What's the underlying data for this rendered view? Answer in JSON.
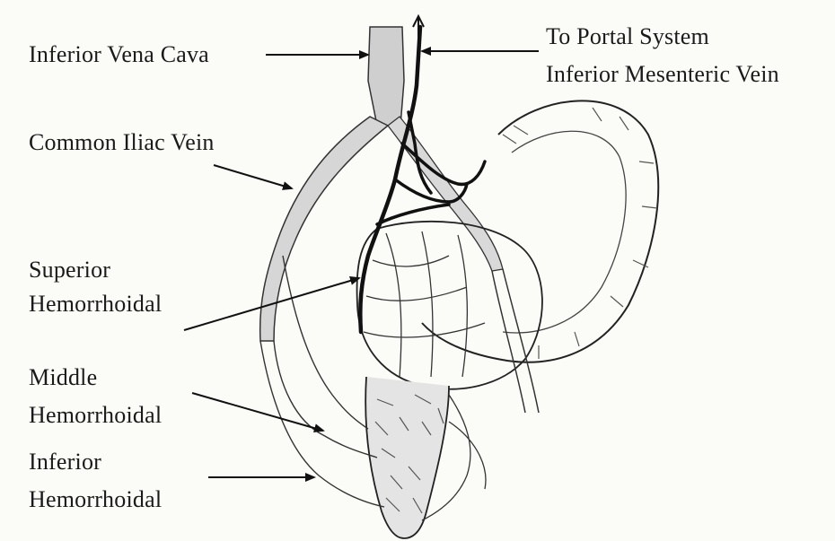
{
  "labels": {
    "inferior_vena_cava": "Inferior Vena Cava",
    "to_portal_system": "To Portal System",
    "inferior_mesenteric_vein": "Inferior Mesenteric Vein",
    "common_iliac_vein": "Common Iliac Vein",
    "superior_line1": "Superior",
    "superior_line2": "Hemorrhoidal",
    "middle_line1": "Middle",
    "middle_line2": "Hemorrhoidal",
    "inferior_line1": "Inferior",
    "inferior_line2": "Hemorrhoidal"
  },
  "colors": {
    "ink": "#111111",
    "vein_shade": "#c8c8c8",
    "background": "#fbfbf8"
  }
}
